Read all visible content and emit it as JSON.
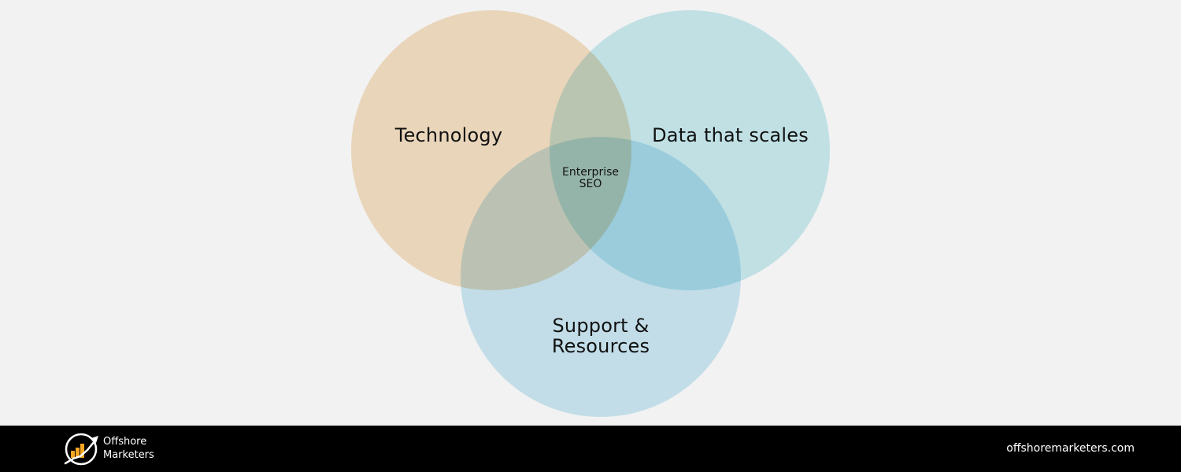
{
  "diagram": {
    "circles": {
      "technology": {
        "label": "Technology",
        "color": "#f5dcba"
      },
      "data": {
        "label": "Data that scales",
        "color": "#bfe8ee"
      },
      "support": {
        "label_line1": "Support &",
        "label_line2": "Resources",
        "color": "#aedcef"
      }
    },
    "center": {
      "line1": "Enterprise",
      "line2": "SEO"
    }
  },
  "footer": {
    "brand_line1": "Offshore",
    "brand_line2": "Marketers",
    "website": "offshoremarketers.com",
    "logo_icon": "rising-bar-chart-arrow-icon",
    "logo_colors": {
      "bars": "#f5a623",
      "ring": "#ffffff"
    }
  }
}
